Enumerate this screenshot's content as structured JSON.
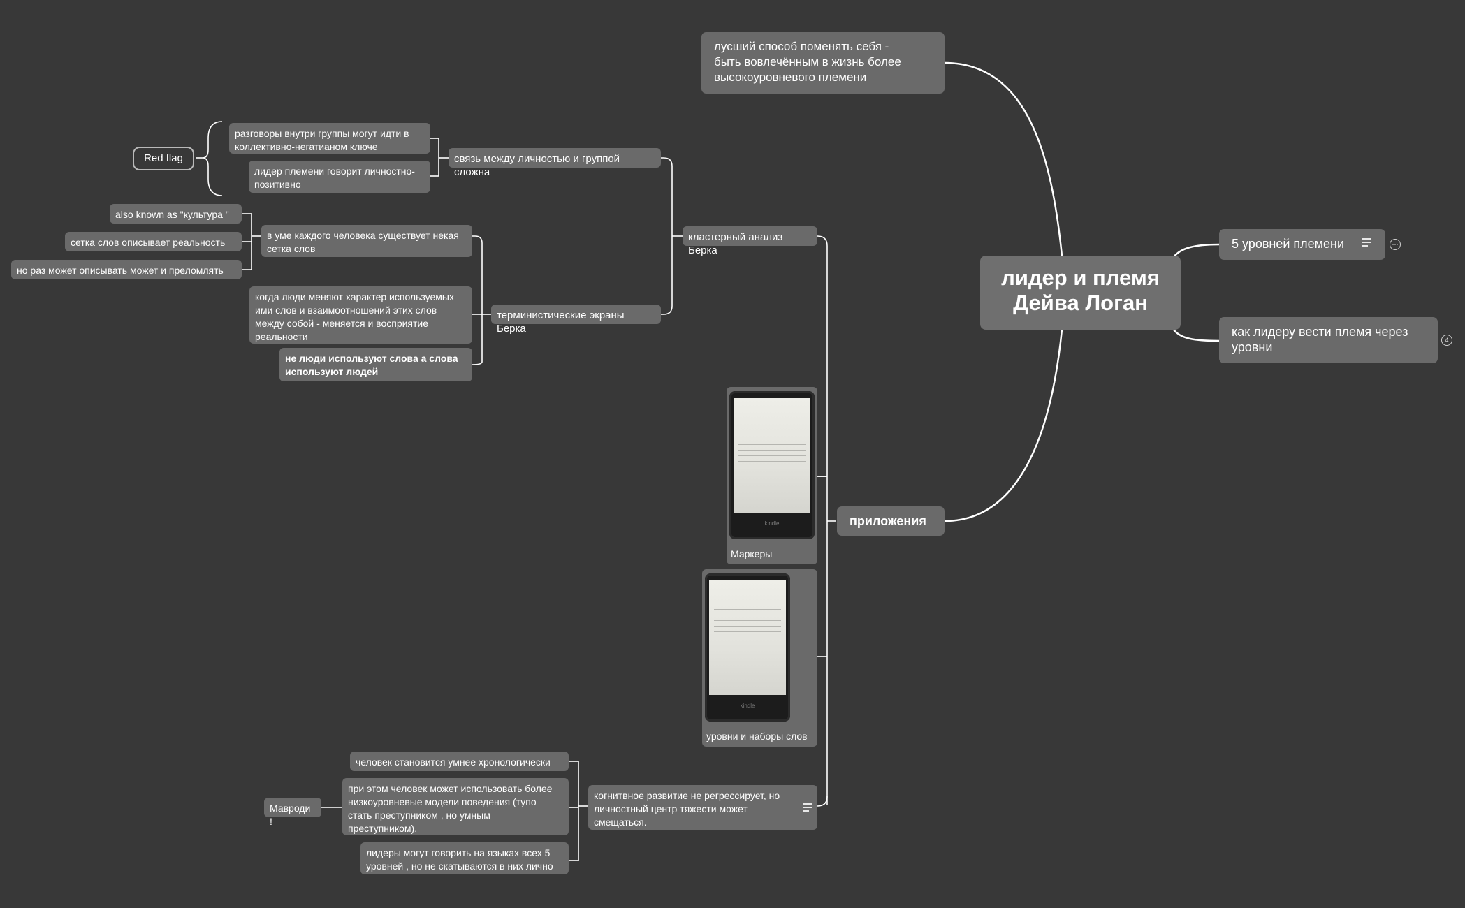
{
  "root": {
    "line1": "лидер и племя",
    "line2": "Дейва Логан"
  },
  "right_branches": [
    {
      "label": "5 уровней племени"
    },
    {
      "label": "как лидеру вести племя через уровни",
      "collapsed_count": "4"
    }
  ],
  "top_branch": {
    "line1": "лусший способ поменять себя -",
    "line2": "быть вовлечённым в жизнь более",
    "line3": "высокоуровневого племени"
  },
  "appendices": {
    "label": "приложения",
    "kluster": {
      "label": "кластерный анализ Берка",
      "svyaz": {
        "label": "связь между личностью и группой сложна",
        "red_flag": "Red flag",
        "items": [
          {
            "line1": "разговоры внутри группы могут идти в",
            "line2": "коллективно-негатианом ключе"
          },
          {
            "line1": "лидер племени говорит личностно-",
            "line2": "позитивно"
          }
        ]
      },
      "terminist": {
        "label": "терминистические экраны Берка",
        "um": {
          "line1": "в уме каждого человека существует некая",
          "line2": "сетка слов",
          "children": [
            "also known as \"культура \"",
            "сетка слов описывает реальность",
            "но раз может описывать может и преломлять"
          ]
        },
        "kogda": {
          "line1": "когда люди меняют характер используемых",
          "line2": "ими слов и взаимоотношений этих слов",
          "line3": "между собой - меняется и восприятие",
          "line4": "реальности"
        },
        "ne_ludi": {
          "line1": "не люди используют слова а слова",
          "line2": "используют людей"
        }
      }
    },
    "images": [
      {
        "caption": "Маркеры",
        "device_brand": "kindle"
      },
      {
        "caption": "уровни и наборы слов",
        "device_brand": "kindle"
      }
    ],
    "kognit": {
      "line1": "когнитвное развитие не регрессирует, но",
      "line2": "личностный центр тяжести может",
      "line3": "смещаться.",
      "items": {
        "umnee": "человек становится умнее хронологически",
        "pri_etom": {
          "line1": "при этом человек может использовать более",
          "line2": "низкоуровневые модели поведения (тупо",
          "line3": "стать преступником , но умным",
          "line4": "преступником)."
        },
        "lidery": {
          "line1": "лидеры могут говорить на языках всех 5",
          "line2": "уровней , но не скатываются в них лично"
        }
      },
      "mavrodi": "Мавроди !"
    }
  },
  "colors": {
    "background": "#383838",
    "node": "#6a6a6a",
    "line": "#ffffff"
  }
}
